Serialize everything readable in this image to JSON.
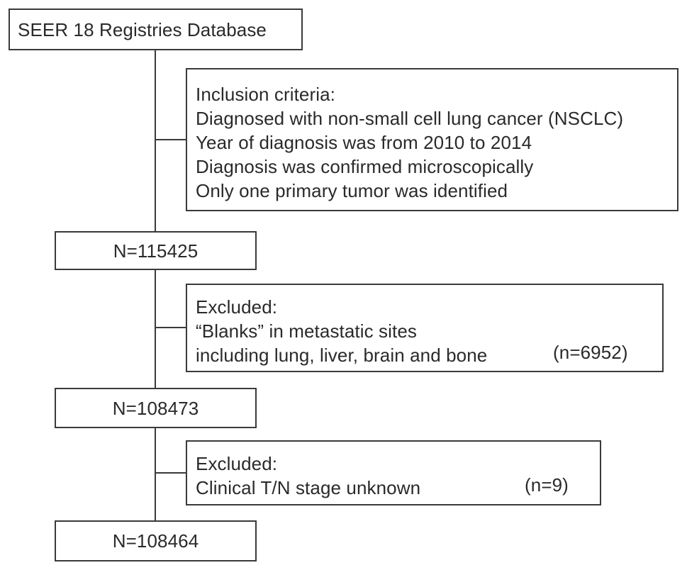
{
  "flowchart": {
    "source_box": {
      "label": "SEER 18 Registries Database"
    },
    "inclusion_box": {
      "heading": "Inclusion criteria:",
      "lines": [
        "Diagnosed with non-small cell lung cancer (NSCLC)",
        "Year of diagnosis was from 2010 to 2014",
        "Diagnosis was confirmed microscopically",
        "Only one primary tumor was identified"
      ]
    },
    "count_1": {
      "label": "N=115425"
    },
    "exclusion_1": {
      "heading": "Excluded:",
      "lines": [
        "“Blanks” in metastatic sites",
        "including lung, liver, brain and bone"
      ],
      "count": "(n=6952)"
    },
    "count_2": {
      "label": "N=108473"
    },
    "exclusion_2": {
      "heading": "Excluded:",
      "lines": [
        "Clinical T/N stage unknown"
      ],
      "count": "(n=9)"
    },
    "count_3": {
      "label": "N=108464"
    }
  }
}
